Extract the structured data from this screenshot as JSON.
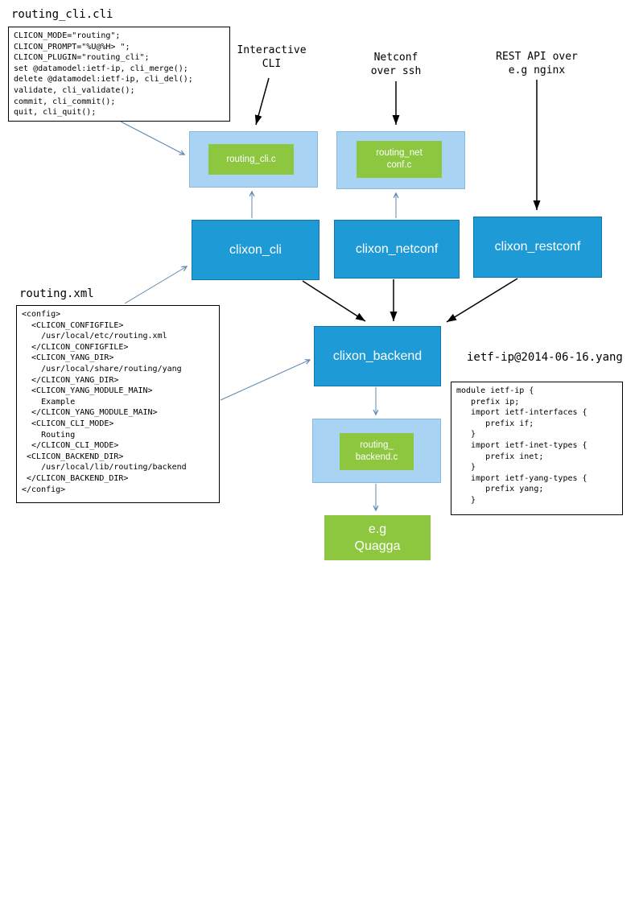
{
  "colors": {
    "box_blue": "#1e9bd7",
    "box_light_blue": "#a9d3f2",
    "box_green": "#8dc63f",
    "arrow_blue": "#5f87ad",
    "arrow_black": "#000000"
  },
  "top_labels": {
    "interactive_cli": [
      "Interactive",
      "CLI"
    ],
    "netconf_ssh": [
      "Netconf",
      "over ssh"
    ],
    "rest_api": [
      "REST API over",
      "e.g nginx"
    ]
  },
  "files": {
    "routing_cli": {
      "title": "routing_cli.cli",
      "code": [
        "CLICON_MODE=\"routing\";",
        "CLICON_PROMPT=\"%U@%H> \";",
        "CLICON_PLUGIN=\"routing_cli\";",
        "set @datamodel:ietf-ip, cli_merge();",
        "delete @datamodel:ietf-ip, cli_del();",
        "validate, cli_validate();",
        "commit, cli_commit();",
        "quit, cli_quit();"
      ]
    },
    "routing_xml": {
      "title": "routing.xml",
      "code": [
        "<config>",
        "  <CLICON_CONFIGFILE>",
        "    /usr/local/etc/routing.xml",
        "  </CLICON_CONFIGFILE>",
        "  <CLICON_YANG_DIR>",
        "    /usr/local/share/routing/yang",
        "  </CLICON_YANG_DIR>",
        "  <CLICON_YANG_MODULE_MAIN>",
        "    Example",
        "  </CLICON_YANG_MODULE_MAIN>",
        "  <CLICON_CLI_MODE>",
        "    Routing",
        "  </CLICON_CLI_MODE>",
        " <CLICON_BACKEND_DIR>",
        "    /usr/local/lib/routing/backend",
        " </CLICON_BACKEND_DIR>",
        "</config>"
      ]
    },
    "ietf_yang": {
      "title": "ietf-ip@2014-06-16.yang",
      "code": [
        "module ietf-ip {",
        "   prefix ip;",
        "   import ietf-interfaces {",
        "      prefix if;",
        "   }",
        "   import ietf-inet-types {",
        "      prefix inet;",
        "   }",
        "   import ietf-yang-types {",
        "      prefix yang;",
        "   }"
      ]
    }
  },
  "components": {
    "routing_cli_c": "routing_cli.c",
    "routing_netconf_c": [
      "routing_net",
      "conf.c"
    ],
    "clixon_cli": "clixon_cli",
    "clixon_netconf": "clixon_netconf",
    "clixon_restconf": "clixon_restconf",
    "clixon_backend": "clixon_backend",
    "routing_backend_c": [
      "routing_",
      "backend.c"
    ],
    "quagga": [
      "e.g",
      "Quagga"
    ]
  }
}
